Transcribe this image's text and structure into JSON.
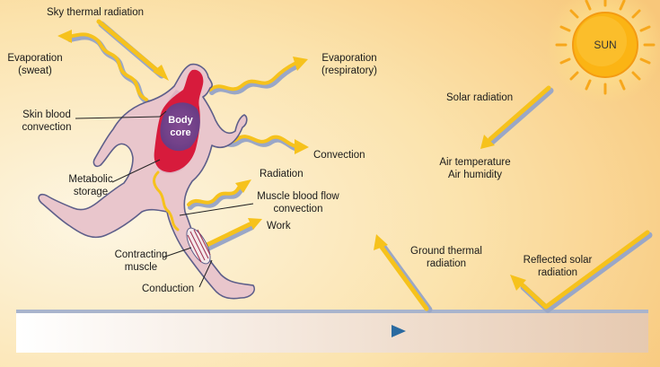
{
  "labels": {
    "sky_thermal": "Sky thermal radiation",
    "evap_sweat_1": "Evaporation",
    "evap_sweat_2": "(sweat)",
    "evap_resp_1": "Evaporation",
    "evap_resp_2": "(respiratory)",
    "skin_blood_1": "Skin blood",
    "skin_blood_2": "convection",
    "body_core_1": "Body",
    "body_core_2": "core",
    "convection": "Convection",
    "metabolic_1": "Metabolic",
    "metabolic_2": "storage",
    "radiation": "Radiation",
    "muscle_blood_1": "Muscle blood flow",
    "muscle_blood_2": "convection",
    "work": "Work",
    "contracting_1": "Contracting",
    "contracting_2": "muscle",
    "conduction": "Conduction",
    "sun": "SUN",
    "solar_radiation": "Solar radiation",
    "air_temp": "Air temperature",
    "air_humidity": "Air humidity",
    "ground_thermal_1": "Ground thermal",
    "ground_thermal_2": "radiation",
    "reflected_1": "Reflected solar",
    "reflected_2": "radiation"
  },
  "colors": {
    "background_light": "#fdf4dc",
    "background_warm": "#f9cf86",
    "arrow_fill": "#f6c21c",
    "arrow_shadow": "#9aa7c7",
    "body_fill": "#e9c6cc",
    "body_stroke": "#5e5f8a",
    "core_red": "#d71b3c",
    "core_purple": "#5a3c88",
    "sun_fill": "#fbb414",
    "ground": "#e8d8c8"
  }
}
